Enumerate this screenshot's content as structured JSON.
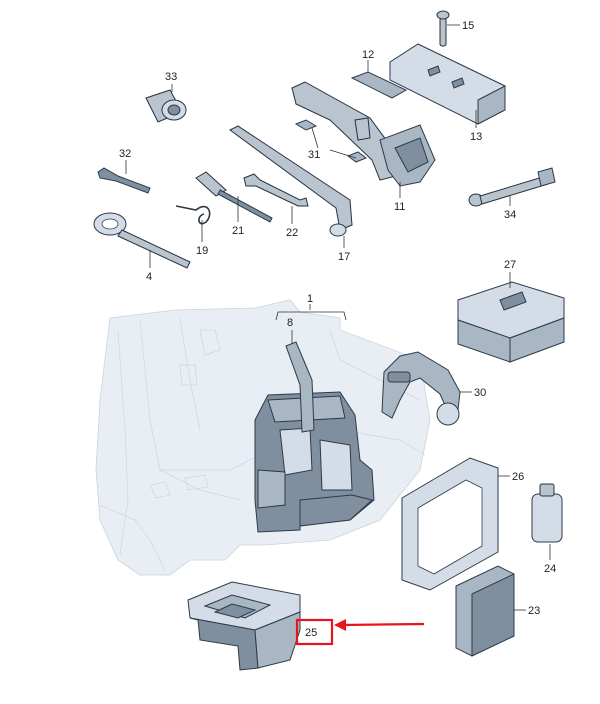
{
  "callouts": [
    {
      "id": "p15",
      "label": "15"
    },
    {
      "id": "p12",
      "label": "12"
    },
    {
      "id": "p13",
      "label": "13"
    },
    {
      "id": "p33",
      "label": "33"
    },
    {
      "id": "p31",
      "label": "31"
    },
    {
      "id": "p11",
      "label": "11"
    },
    {
      "id": "p32",
      "label": "32"
    },
    {
      "id": "p34",
      "label": "34"
    },
    {
      "id": "p21",
      "label": "21"
    },
    {
      "id": "p22",
      "label": "22"
    },
    {
      "id": "p19",
      "label": "19"
    },
    {
      "id": "p17",
      "label": "17"
    },
    {
      "id": "p4",
      "label": "4"
    },
    {
      "id": "p27",
      "label": "27"
    },
    {
      "id": "p1",
      "label": "1"
    },
    {
      "id": "p8",
      "label": "8"
    },
    {
      "id": "p30",
      "label": "30"
    },
    {
      "id": "p26",
      "label": "26"
    },
    {
      "id": "p24",
      "label": "24"
    },
    {
      "id": "p23",
      "label": "23"
    },
    {
      "id": "p25",
      "label": "25"
    }
  ],
  "highlight": {
    "target": "25",
    "box_color": "#e8141c",
    "arrow_color": "#e8141c"
  }
}
